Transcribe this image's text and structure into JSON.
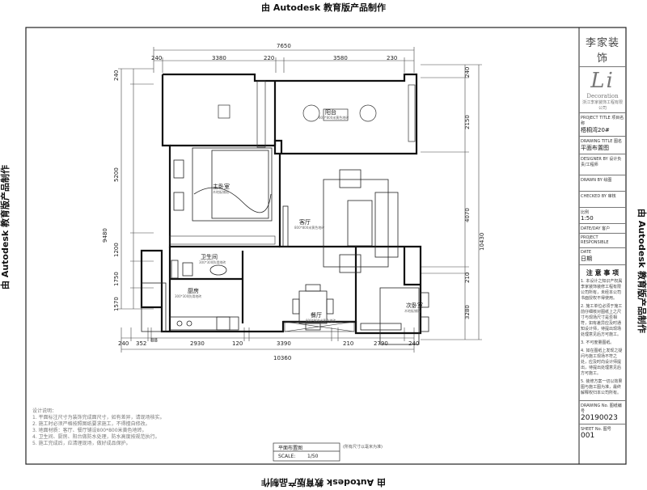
{
  "watermark": "由 Autodesk 教育版产品制作",
  "dims_top": {
    "overall": "7650",
    "segments": [
      "240",
      "3380",
      "220",
      "3580",
      "230"
    ]
  },
  "dims_bottom": {
    "overall": "10360",
    "segments": [
      "240",
      "352",
      "88",
      "2930",
      "120",
      "3390",
      "210",
      "2790",
      "240"
    ]
  },
  "dims_left": {
    "overall": "9480",
    "segments": [
      "240",
      "5200",
      "1200",
      "1750",
      "1570"
    ]
  },
  "dims_right": {
    "overall": "10430",
    "segments": [
      "240",
      "2150",
      "4070",
      "210",
      "3280"
    ]
  },
  "rooms": {
    "balcony": {
      "name": "阳台",
      "floor": "800*800米黄色地砖"
    },
    "master": {
      "name": "主卧室",
      "floor": "木地板铺贴"
    },
    "living": {
      "name": "客厅",
      "floor": "800*800米黄色地砖"
    },
    "bath": {
      "name": "卫生间",
      "floor": "300*300防滑地砖"
    },
    "kitchen": {
      "name": "厨房",
      "floor": "300*300防滑地砖"
    },
    "dining": {
      "name": "餐厅",
      "floor": "800*800米黄色地砖"
    },
    "second": {
      "name": "次卧室",
      "floor": "木地板铺贴"
    }
  },
  "title_block": {
    "company": "李家装饰",
    "logo": "Li",
    "logo_sub": "Decoration",
    "company_full": "浙江李家装饰工程有限公司",
    "project_title_label": "PROJECT TITLE 项目名称",
    "project_title": "梧桐湾20#",
    "drawing_title_label": "DRAWING TITLE 图名",
    "drawing_title": "平面布置图",
    "designer_label": "DESIGNER BY 设计负责/工程师",
    "drawn_label": "DRAWN BY 绘图",
    "checked_label": "CHECKED BY 审核",
    "scale_label": "比例",
    "scale": "1:50",
    "date_label": "DATE/DAY",
    "client_label": "客户",
    "project_no_label": "PROJECT RESPONSIBLE",
    "date2_label": "DATE",
    "date2": "日期",
    "notes_title": "注 意 事 项",
    "notes": [
      "1. 本设计之知识产权属李家装饰装修工程有限公司所有，未经本公司书面授权不得使用。",
      "2. 施工单位必须于施工前仔细核对图纸上之尺寸与现场尺寸是否相符，如有差异应及时通知设计师，待提出现场处理意见后方可施工。",
      "3. 不可度量图纸。",
      "4. 如在图纸上发现之疑问与施工现场不符之处，应及时向设计师提出，待提出处理意见后方可施工。",
      "5. 装修方案一切以效果图与施工图为准，最终解释权归本公司所有。"
    ],
    "drawing_no_label": "DRAWING No. 图纸编号",
    "drawing_no": "20190023",
    "sheet_label": "SHEET No. 图号",
    "sheet_no": "001"
  },
  "legend": {
    "title": "设计说明：",
    "lines": [
      "1. 平面标注尺寸为装饰完成面尺寸，如有差异，请现场核实。",
      "2. 施工时必须严格按照图纸要求施工，不得擅自修改。",
      "3. 地面材质：客厅、餐厅铺设800*800米黄色地砖。",
      "4. 卫生间、厨房、阳台做防水处理，防水高度按规范执行。",
      "5. 施工完成后，应清理现场，做好成品保护。"
    ]
  },
  "plan_caption": {
    "title": "平面布置图",
    "scale_label": "SCALE:",
    "scale": "1/50",
    "note": "(所有尺寸以毫米为准)"
  }
}
